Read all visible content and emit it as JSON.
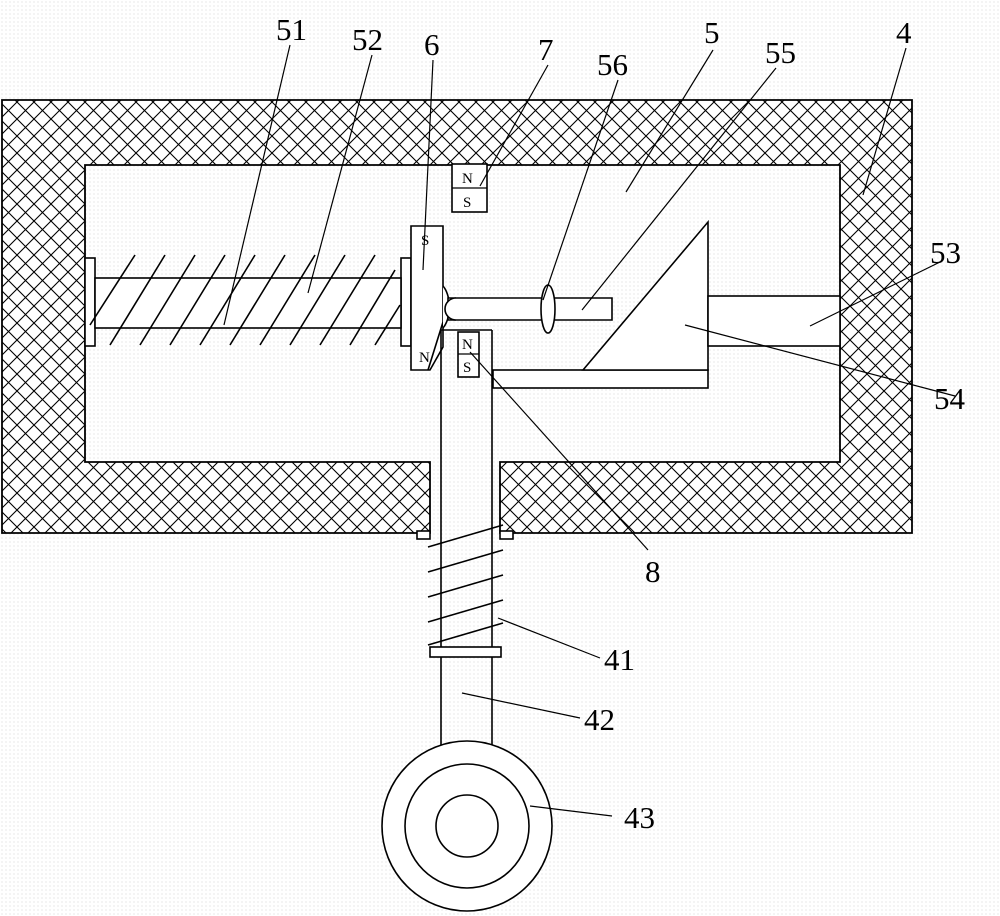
{
  "labels": {
    "l51": "51",
    "l52": "52",
    "l6": "6",
    "l7": "7",
    "l56": "56",
    "l5": "5",
    "l55": "55",
    "l4": "4",
    "l53": "53",
    "l54": "54",
    "l8": "8",
    "l41": "41",
    "l42": "42",
    "l43": "43"
  },
  "poles": {
    "magnet7_north": "N",
    "magnet7_south": "S",
    "magnet6_south": "S",
    "magnet6_north": "N",
    "magnet8_north": "N",
    "magnet8_south": "S"
  },
  "colors": {
    "line": "#000000",
    "hatch": "#000000",
    "background": "#ffffff"
  }
}
